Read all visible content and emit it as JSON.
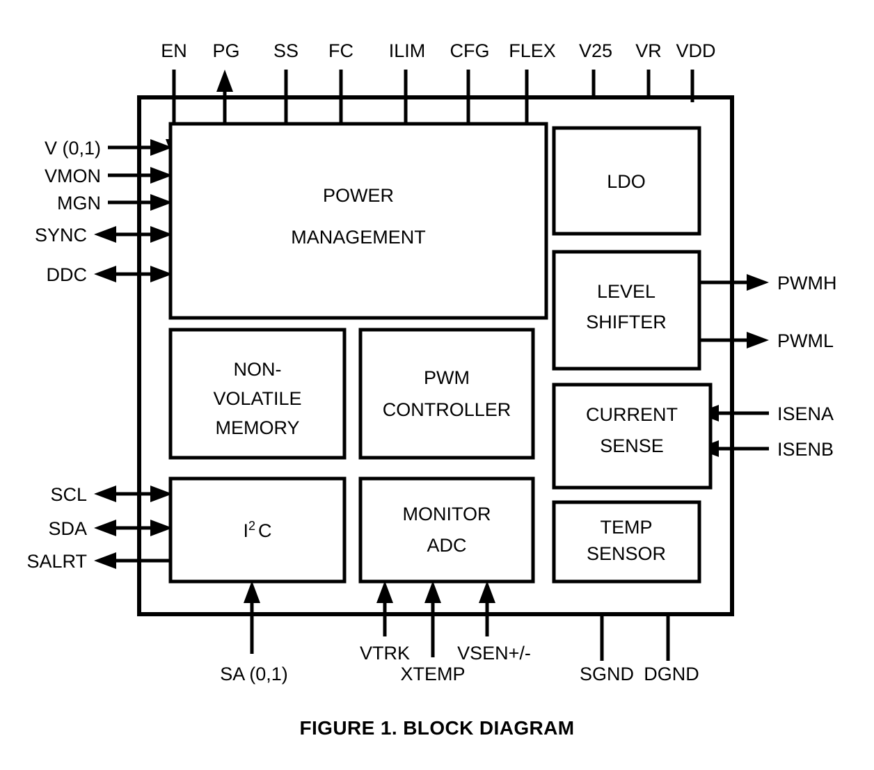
{
  "figure": {
    "caption": "FIGURE 1.  BLOCK DIAGRAM",
    "caption_number": "FIGURE 1.",
    "caption_title": "BLOCK DIAGRAM"
  },
  "chip": {
    "outline_color": "#000000",
    "background_color": "#ffffff"
  },
  "blocks": [
    {
      "id": "power-management",
      "lines": [
        "POWER",
        "MANAGEMENT"
      ]
    },
    {
      "id": "ldo",
      "lines": [
        "LDO"
      ]
    },
    {
      "id": "level-shifter",
      "lines": [
        "LEVEL",
        "SHIFTER"
      ]
    },
    {
      "id": "non-volatile-memory",
      "lines": [
        "NON-",
        "VOLATILE",
        "MEMORY"
      ]
    },
    {
      "id": "pwm-controller",
      "lines": [
        "PWM",
        "CONTROLLER"
      ]
    },
    {
      "id": "current-sense",
      "lines": [
        "CURRENT",
        "SENSE"
      ]
    },
    {
      "id": "i2c",
      "lines": [
        "I2C"
      ],
      "base": "I",
      "superscript": "2",
      "suffix": "C"
    },
    {
      "id": "monitor-adc",
      "lines": [
        "MONITOR",
        "ADC"
      ]
    },
    {
      "id": "temp-sensor",
      "lines": [
        "TEMP",
        "SENSOR"
      ]
    }
  ],
  "pins": {
    "top": [
      {
        "name": "EN",
        "direction": "in"
      },
      {
        "name": "PG",
        "direction": "out"
      },
      {
        "name": "SS",
        "direction": "in"
      },
      {
        "name": "FC",
        "direction": "in"
      },
      {
        "name": "ILIM",
        "direction": "in"
      },
      {
        "name": "CFG",
        "direction": "in"
      },
      {
        "name": "FLEX",
        "direction": "in"
      },
      {
        "name": "V25",
        "direction": "none"
      },
      {
        "name": "VR",
        "direction": "none"
      },
      {
        "name": "VDD",
        "direction": "none"
      }
    ],
    "left": [
      {
        "name": "V (0,1)",
        "direction": "in"
      },
      {
        "name": "VMON",
        "direction": "in"
      },
      {
        "name": "MGN",
        "direction": "in"
      },
      {
        "name": "SYNC",
        "direction": "bidir"
      },
      {
        "name": "DDC",
        "direction": "bidir"
      },
      {
        "name": "SCL",
        "direction": "bidir"
      },
      {
        "name": "SDA",
        "direction": "bidir"
      },
      {
        "name": "SALRT",
        "direction": "out"
      }
    ],
    "right": [
      {
        "name": "PWMH",
        "direction": "out"
      },
      {
        "name": "PWML",
        "direction": "out"
      },
      {
        "name": "ISENA",
        "direction": "in"
      },
      {
        "name": "ISENB",
        "direction": "in"
      }
    ],
    "bottom": [
      {
        "name": "SA (0,1)",
        "direction": "in"
      },
      {
        "name": "VTRK",
        "direction": "in"
      },
      {
        "name": "XTEMP",
        "direction": "in"
      },
      {
        "name": "VSEN+/-",
        "direction": "in"
      },
      {
        "name": "SGND",
        "direction": "none"
      },
      {
        "name": "DGND",
        "direction": "none"
      }
    ]
  }
}
